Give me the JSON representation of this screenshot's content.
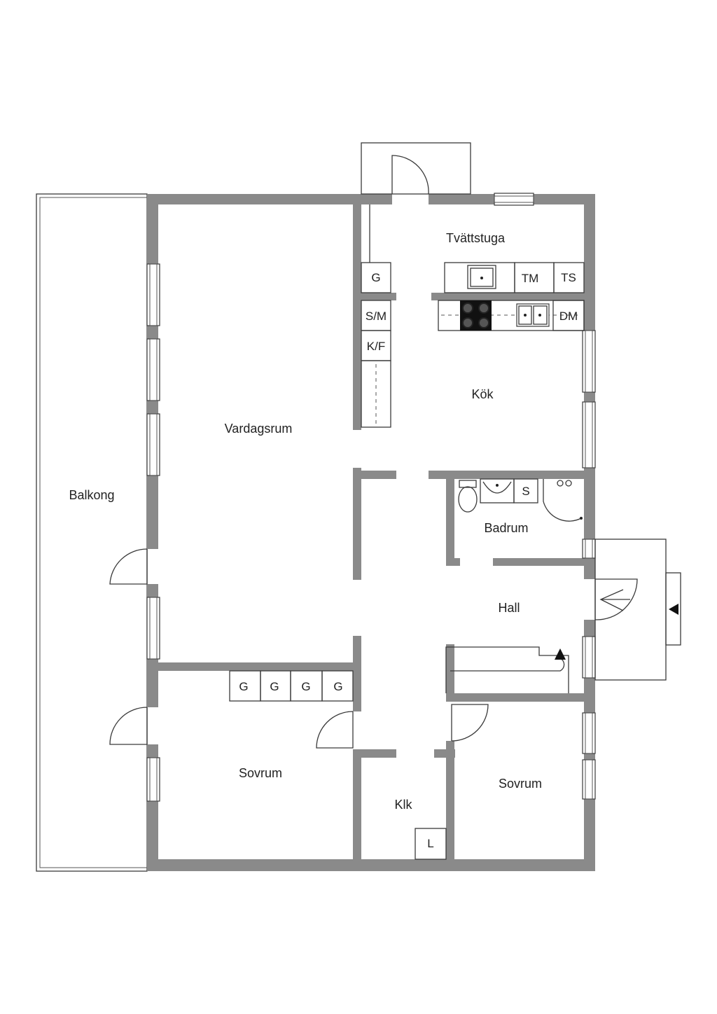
{
  "rooms": {
    "tvattstuga": "Tvättstuga",
    "kok": "Kök",
    "vardagsrum": "Vardagsrum",
    "balkong": "Balkong",
    "badrum": "Badrum",
    "hall": "Hall",
    "sovrum_left": "Sovrum",
    "sovrum_right": "Sovrum",
    "klk": "Klk"
  },
  "fixtures": {
    "g_laundry": "G",
    "sm": "S/M",
    "kf": "K/F",
    "tm": "TM",
    "ts": "TS",
    "dm": "DM",
    "s_bath": "S",
    "l_closet": "L",
    "wardrobes": [
      "G",
      "G",
      "G",
      "G"
    ]
  },
  "colors": {
    "wall": "#8a8a8a",
    "line": "#3a3a3a",
    "background": "#ffffff"
  }
}
